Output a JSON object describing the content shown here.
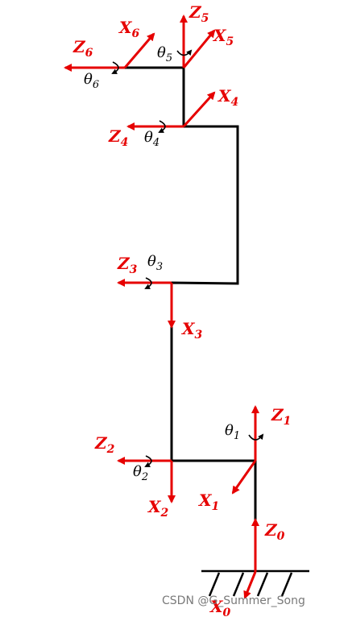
{
  "frames": [
    {
      "axis": "Z",
      "sub": "0",
      "name": "z0-label"
    },
    {
      "axis": "X",
      "sub": "0",
      "name": "x0-label"
    },
    {
      "axis": "Z",
      "sub": "1",
      "name": "z1-label"
    },
    {
      "axis": "X",
      "sub": "1",
      "name": "x1-label"
    },
    {
      "axis": "Z",
      "sub": "2",
      "name": "z2-label"
    },
    {
      "axis": "X",
      "sub": "2",
      "name": "x2-label"
    },
    {
      "axis": "Z",
      "sub": "3",
      "name": "z3-label"
    },
    {
      "axis": "X",
      "sub": "3",
      "name": "x3-label"
    },
    {
      "axis": "Z",
      "sub": "4",
      "name": "z4-label"
    },
    {
      "axis": "X",
      "sub": "4",
      "name": "x4-label"
    },
    {
      "axis": "Z",
      "sub": "5",
      "name": "z5-label"
    },
    {
      "axis": "X",
      "sub": "5",
      "name": "x5-label"
    },
    {
      "axis": "Z",
      "sub": "6",
      "name": "z6-label"
    },
    {
      "axis": "X",
      "sub": "6",
      "name": "x6-label"
    }
  ],
  "joints": [
    {
      "symbol": "θ",
      "sub": "1",
      "name": "theta1-label"
    },
    {
      "symbol": "θ",
      "sub": "2",
      "name": "theta2-label"
    },
    {
      "symbol": "θ",
      "sub": "3",
      "name": "theta3-label"
    },
    {
      "symbol": "θ",
      "sub": "4",
      "name": "theta4-label"
    },
    {
      "symbol": "θ",
      "sub": "5",
      "name": "theta5-label"
    },
    {
      "symbol": "θ",
      "sub": "6",
      "name": "theta6-label"
    }
  ],
  "watermark": "CSDN @G_Summer_Song",
  "colors": {
    "axis": "#e60000",
    "link": "#000000",
    "watermark": "#7a7a7a"
  }
}
